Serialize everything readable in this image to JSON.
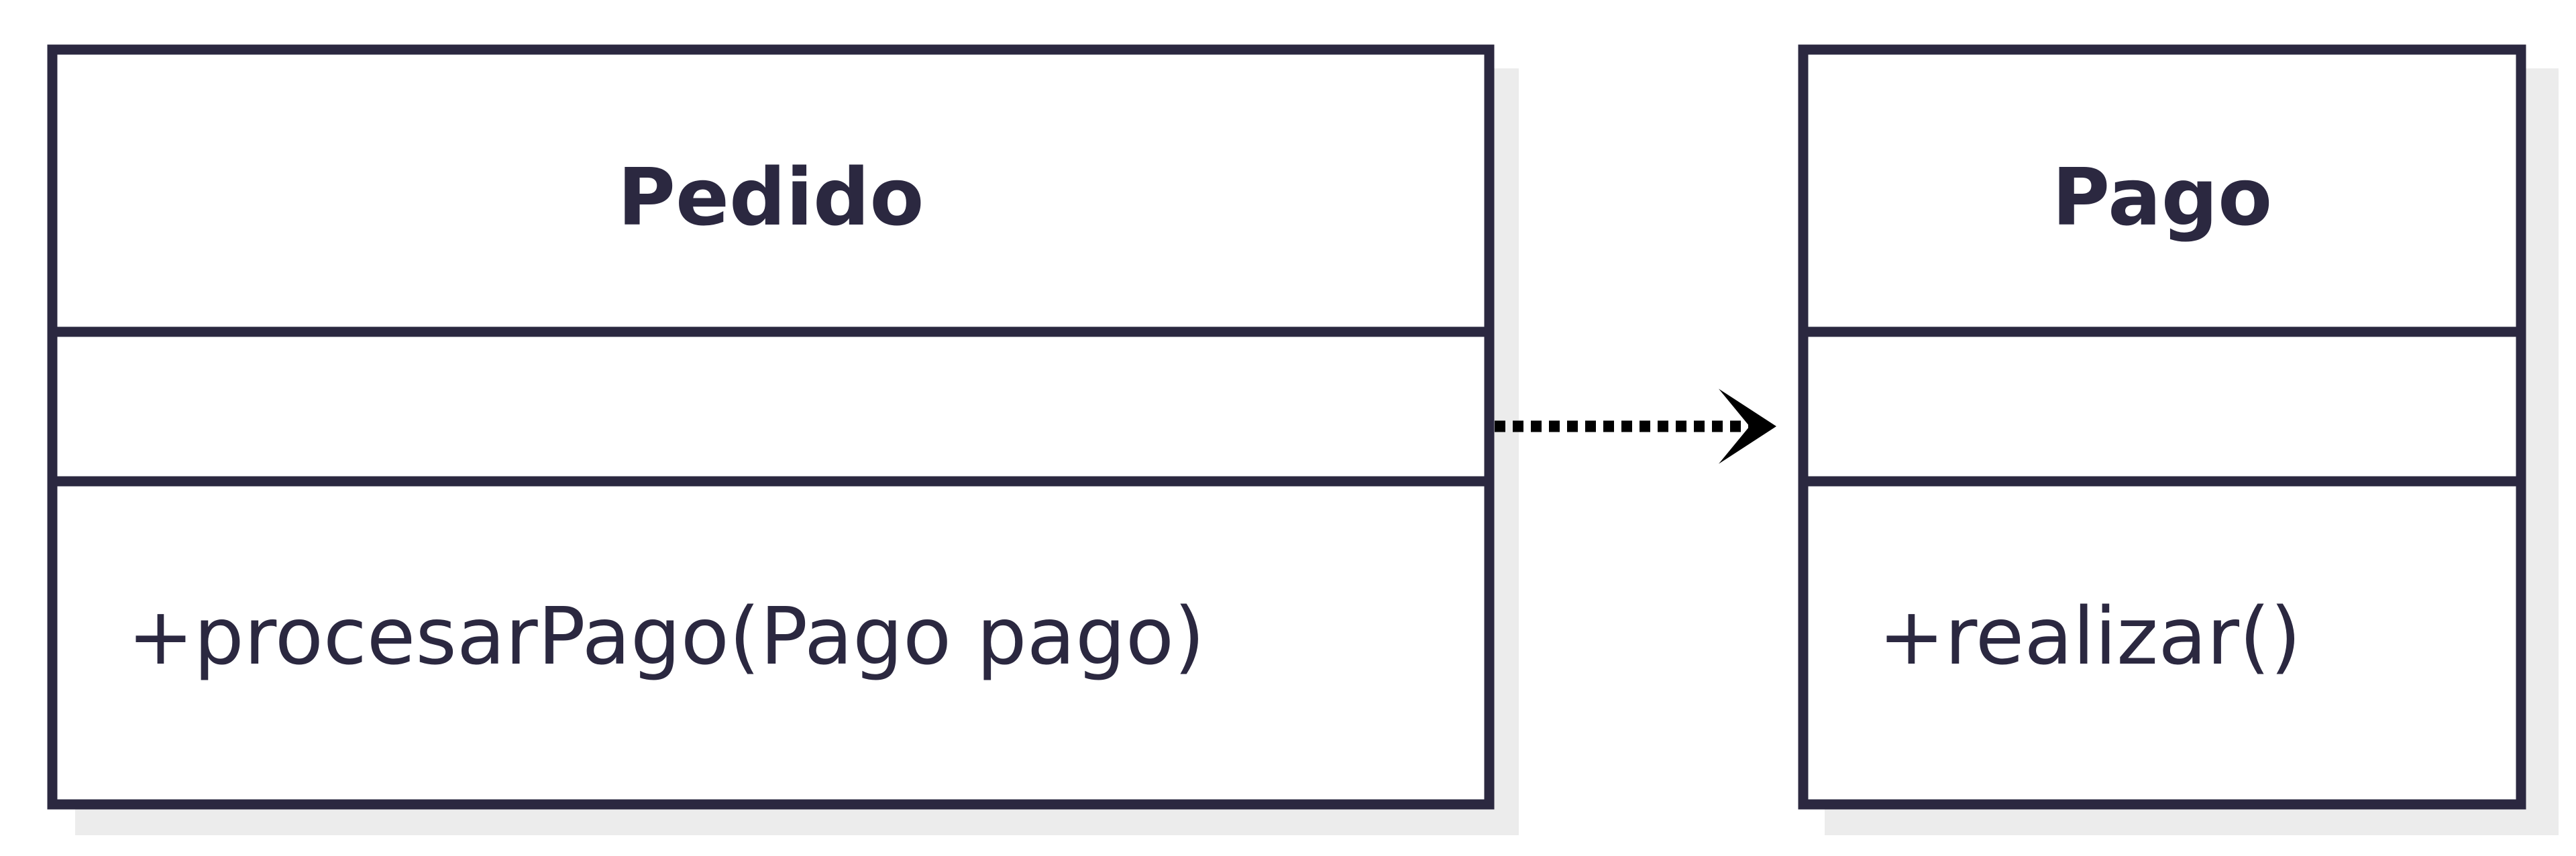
{
  "colors": {
    "border": "#2b2840",
    "text": "#2b2840",
    "shadow": "#ececec",
    "arrow": "#000000",
    "background": "#ffffff"
  },
  "classes": [
    {
      "name": "Pedido",
      "attributes": [],
      "methods": [
        "+procesarPago(Pago pago)"
      ]
    },
    {
      "name": "Pago",
      "attributes": [],
      "methods": [
        "+realizar()"
      ]
    }
  ],
  "relationships": [
    {
      "type": "dependency",
      "line_style": "dotted",
      "from": "Pedido",
      "to": "Pago",
      "arrowhead": "open"
    }
  ]
}
